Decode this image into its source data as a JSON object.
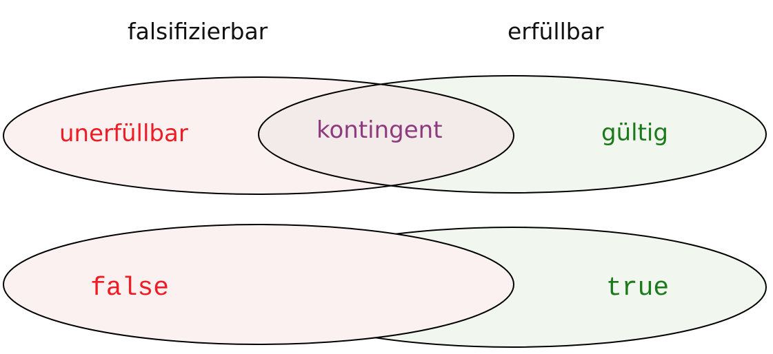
{
  "headers": {
    "left": "falsifizierbar",
    "right": "erfüllbar"
  },
  "top_row": {
    "left_region": "unerfüllbar",
    "overlap_region": "kontingent",
    "right_region": "gültig"
  },
  "bottom_row": {
    "left_region": "false",
    "right_region": "true"
  },
  "colors": {
    "left_fill": "#fbf1f0",
    "right_fill": "#f1f6ef",
    "overlap_fill": "#f3ebea",
    "red_text": "#ee1c24",
    "purple_text": "#8e3a7e",
    "green_text": "#1a7a1a",
    "outline": "#000000"
  }
}
